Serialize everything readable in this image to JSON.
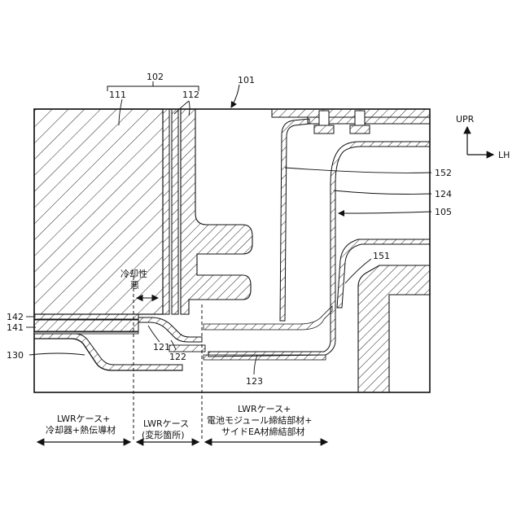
{
  "refs": {
    "r101": "101",
    "r102": "102",
    "r111": "111",
    "r112": "112",
    "r105": "105",
    "r124": "124",
    "r152": "152",
    "r151": "151",
    "r142": "142",
    "r141": "141",
    "r130": "130",
    "r121": "121",
    "r122": "122",
    "r123": "123"
  },
  "axes": {
    "up": "UPR",
    "right": "LH"
  },
  "notes": {
    "cooling_line1": "冷却性",
    "cooling_line2": "悪"
  },
  "zones": {
    "left_line1": "LWRケース+",
    "left_line2": "冷却器+熱伝導材",
    "mid_line1": "LWRケース",
    "mid_line2": "(変形箇所)",
    "right_line1": "LWRケース+",
    "right_line2": "電池モジュール締結部材+",
    "right_line3": "サイドEA材締結部材"
  }
}
